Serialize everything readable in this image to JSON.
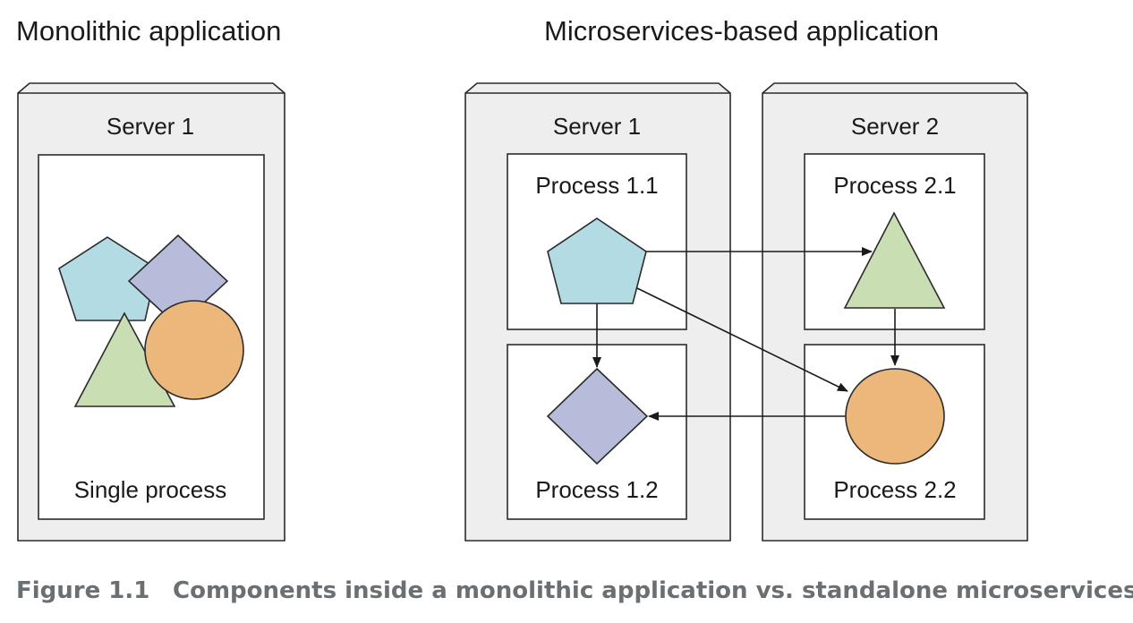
{
  "monolith": {
    "title": "Monolithic application",
    "server_label": "Server 1",
    "process_label": "Single process"
  },
  "microservices": {
    "title": "Microservices-based application",
    "server1_label": "Server 1",
    "server2_label": "Server 2",
    "process_1_1": "Process 1.1",
    "process_1_2": "Process 1.2",
    "process_2_1": "Process 2.1",
    "process_2_2": "Process 2.2"
  },
  "caption": {
    "figure_number": "Figure 1.1",
    "text": "Components inside a monolithic application vs. standalone microservices"
  },
  "colors": {
    "pentagon": "#b3dbe3",
    "diamond": "#b6bcd9",
    "circle": "#ebb77b",
    "triangle": "#c9deb2",
    "server_fill": "#eeeeee"
  }
}
